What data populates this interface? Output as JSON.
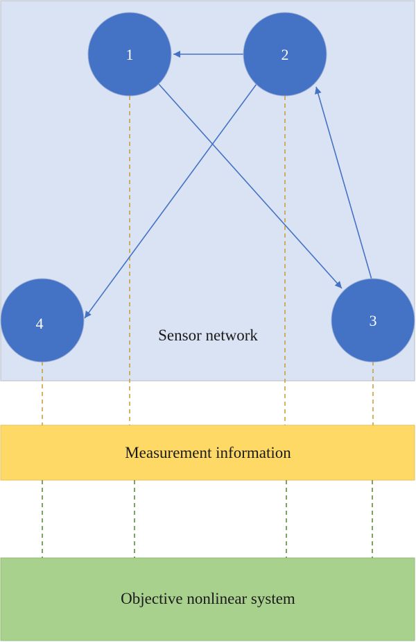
{
  "sensor_network": {
    "label": "Sensor network",
    "background": "#dae3f3",
    "border": "#c8cdd6",
    "nodes": [
      {
        "id": "1",
        "label": "1"
      },
      {
        "id": "2",
        "label": "2"
      },
      {
        "id": "3",
        "label": "3"
      },
      {
        "id": "4",
        "label": "4"
      }
    ],
    "edges": [
      {
        "from": "2",
        "to": "1"
      },
      {
        "from": "1",
        "to": "3"
      },
      {
        "from": "2",
        "to": "4"
      },
      {
        "from": "3",
        "to": "2"
      }
    ],
    "node_color": "#4472c4",
    "edge_color": "#4472c4"
  },
  "measurement": {
    "label": "Measurement information",
    "background": "#ffd966",
    "link_color": "#c9a13a"
  },
  "system": {
    "label": "Objective nonlinear system",
    "background": "#a9d18e",
    "link_color": "#5b8c3b"
  }
}
